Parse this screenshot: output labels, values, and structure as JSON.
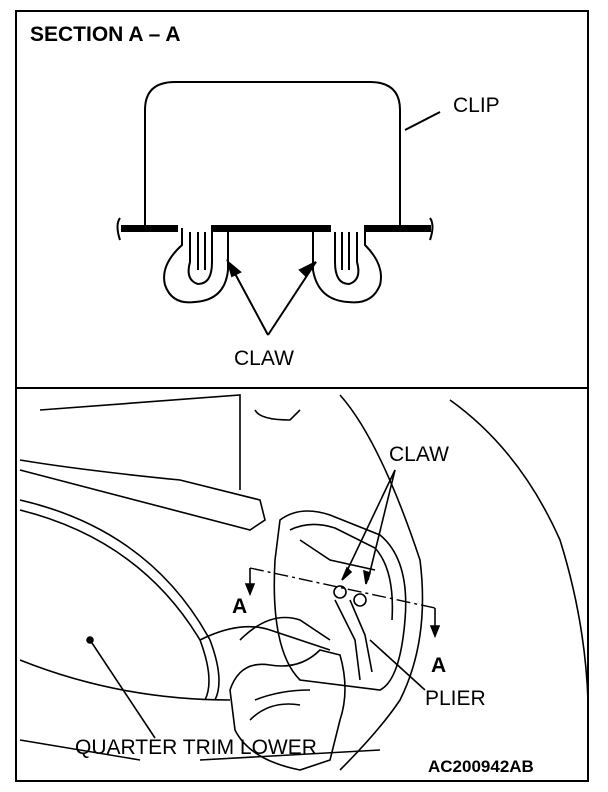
{
  "section_title": "SECTION A – A",
  "top_labels": {
    "clip": "CLIP",
    "claw": "CLAW"
  },
  "bottom_labels": {
    "claw": "CLAW",
    "section_mark_left": "A",
    "section_mark_right": "A",
    "plier": "PLIER",
    "quarter_trim_lower": "QUARTER TRIM LOWER"
  },
  "figure_code": "AC200942AB"
}
